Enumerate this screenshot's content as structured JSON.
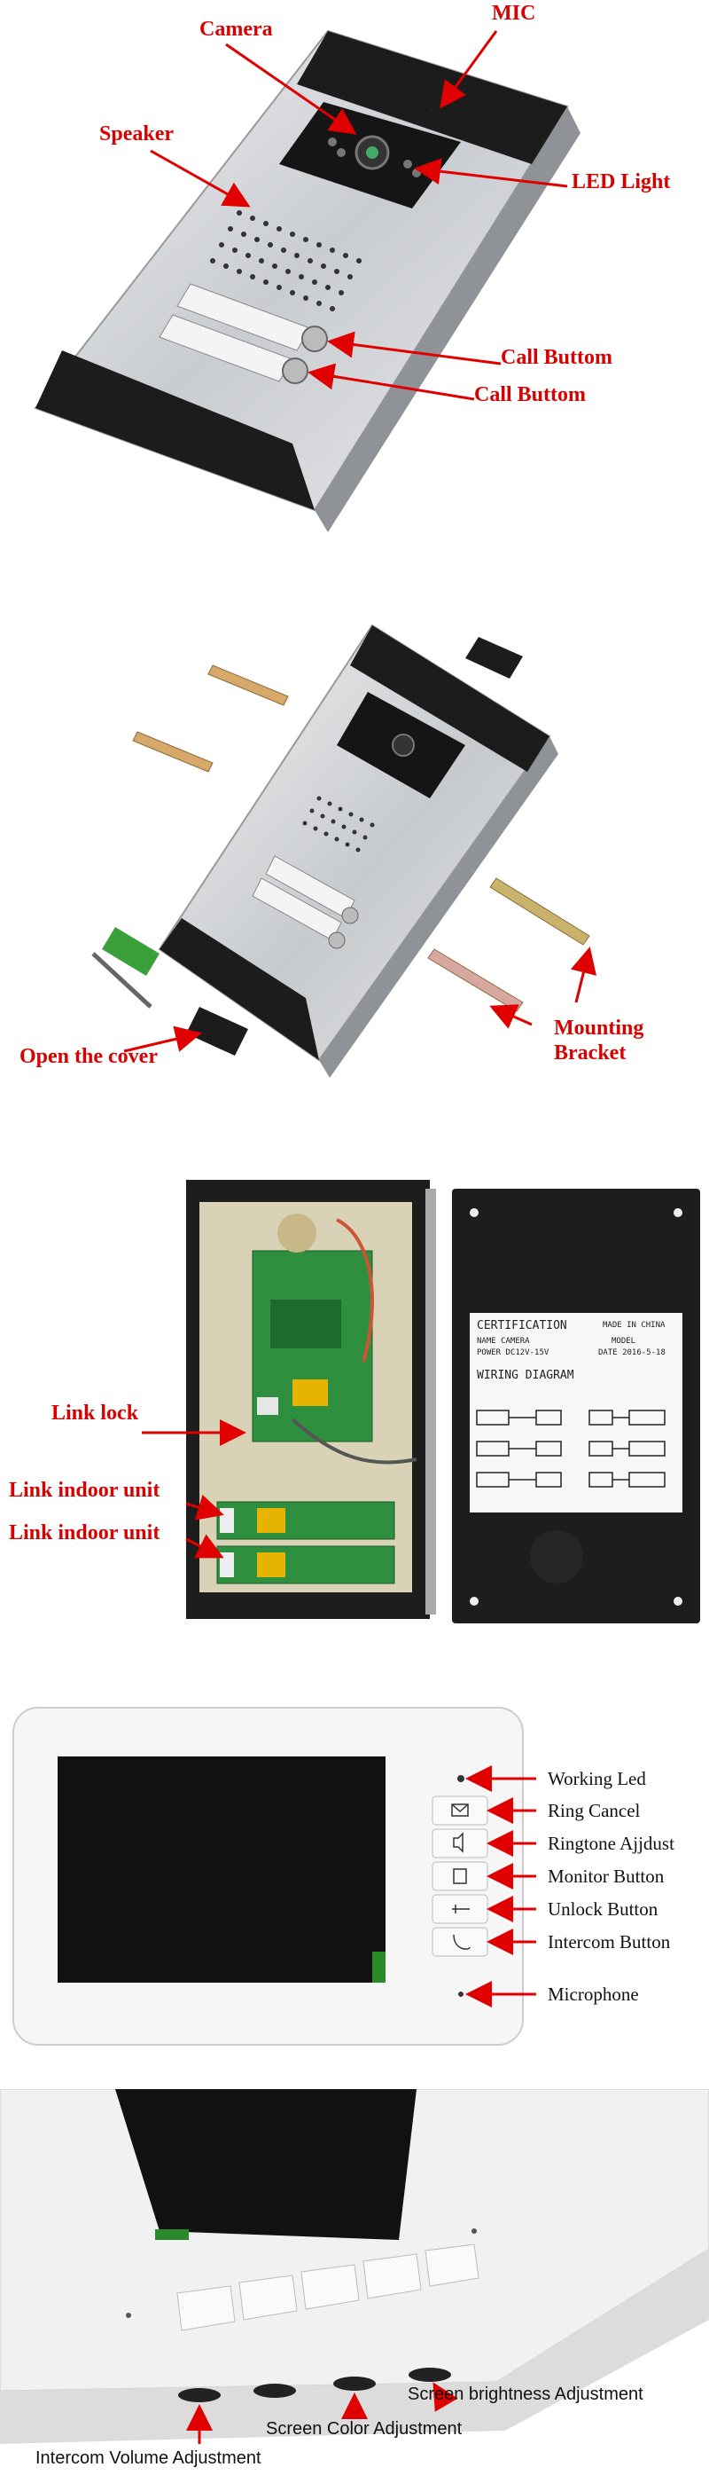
{
  "section1": {
    "labels": {
      "camera": "Camera",
      "mic": "MIC",
      "speaker": "Speaker",
      "led_light": "LED Light",
      "call_button_1": "Call Buttom",
      "call_button_2": "Call Buttom"
    }
  },
  "section2": {
    "labels": {
      "open_cover": "Open the cover",
      "mounting_bracket": "Mounting\nBracket"
    }
  },
  "section3": {
    "labels": {
      "link_lock": "Link  lock",
      "link_indoor_1": "Link indoor unit",
      "link_indoor_2": "Link indoor unit"
    },
    "certificate": {
      "title": "CERTIFICATION",
      "made_in": "MADE IN CHINA",
      "name": "NAME CAMERA",
      "model": "MODEL",
      "power": "POWER DC12V-15V",
      "date": "DATE 2016-5-18",
      "wiring": "WIRING  DIAGRAM"
    }
  },
  "section4": {
    "labels": {
      "working_led": "Working Led",
      "ring_cancel": "Ring Cancel",
      "ringtone_adjust": "Ringtone Ajjdust",
      "monitor_button": "Monitor Button",
      "unlock_button": "Unlock Button",
      "intercom_button": "Intercom Button",
      "microphone": "Microphone"
    }
  },
  "section5": {
    "labels": {
      "brightness": "Screen brightness Adjustment",
      "color": "Screen Color Adjustment",
      "volume": "Intercom Volume Adjustment"
    }
  },
  "colors": {
    "label_red": "#d90000",
    "arrow_red": "#e00000",
    "panel_silver": "#d8dadc",
    "monitor_white": "#f6f6f6"
  }
}
